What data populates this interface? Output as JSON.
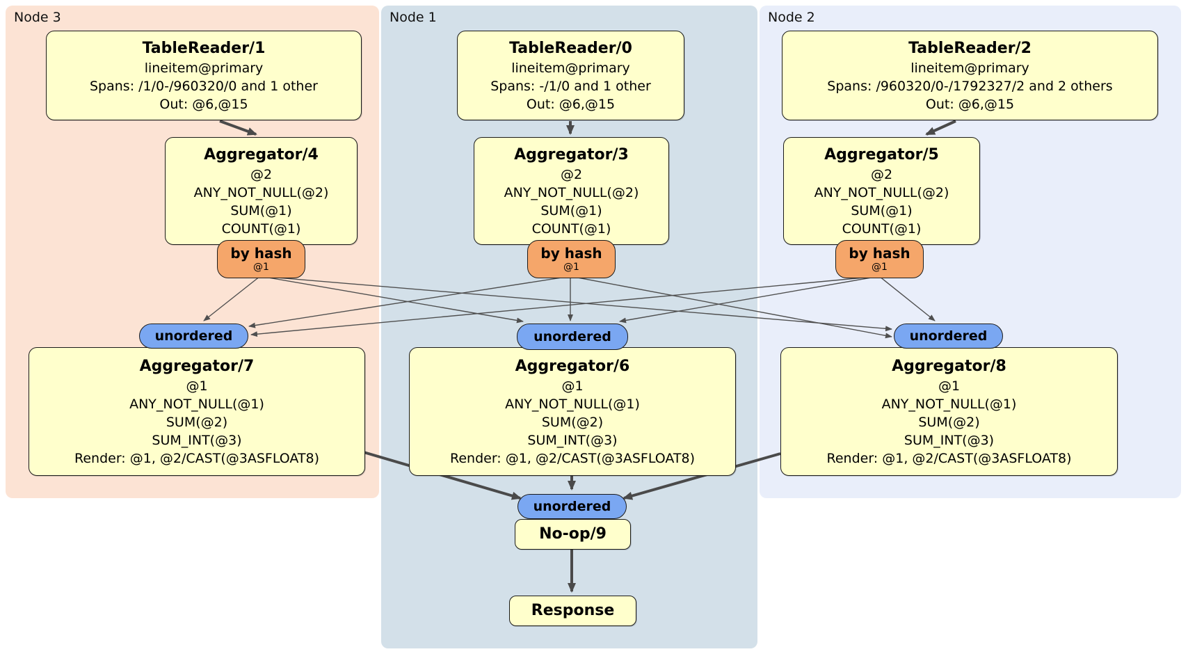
{
  "regions": [
    {
      "label": "Node 3"
    },
    {
      "label": "Node 1"
    },
    {
      "label": "Node 2"
    }
  ],
  "boxes": {
    "tr1": {
      "title": "TableReader/1",
      "lines": [
        "lineitem@primary",
        "Spans: /1/0-/960320/0 and 1 other",
        "Out: @6,@15"
      ]
    },
    "tr0": {
      "title": "TableReader/0",
      "lines": [
        "lineitem@primary",
        "Spans: -/1/0 and 1 other",
        "Out: @6,@15"
      ]
    },
    "tr2": {
      "title": "TableReader/2",
      "lines": [
        "lineitem@primary",
        "Spans: /960320/0-/1792327/2 and 2 others",
        "Out: @6,@15"
      ]
    },
    "agg4": {
      "title": "Aggregator/4",
      "lines": [
        "@2",
        "ANY_NOT_NULL(@2)",
        "SUM(@1)",
        "COUNT(@1)"
      ]
    },
    "agg3": {
      "title": "Aggregator/3",
      "lines": [
        "@2",
        "ANY_NOT_NULL(@2)",
        "SUM(@1)",
        "COUNT(@1)"
      ]
    },
    "agg5": {
      "title": "Aggregator/5",
      "lines": [
        "@2",
        "ANY_NOT_NULL(@2)",
        "SUM(@1)",
        "COUNT(@1)"
      ]
    },
    "agg7": {
      "title": "Aggregator/7",
      "lines": [
        "@1",
        "ANY_NOT_NULL(@1)",
        "SUM(@2)",
        "SUM_INT(@3)",
        "Render: @1, @2/CAST(@3ASFLOAT8)"
      ]
    },
    "agg6": {
      "title": "Aggregator/6",
      "lines": [
        "@1",
        "ANY_NOT_NULL(@1)",
        "SUM(@2)",
        "SUM_INT(@3)",
        "Render: @1, @2/CAST(@3ASFLOAT8)"
      ]
    },
    "agg8": {
      "title": "Aggregator/8",
      "lines": [
        "@1",
        "ANY_NOT_NULL(@1)",
        "SUM(@2)",
        "SUM_INT(@3)",
        "Render: @1, @2/CAST(@3ASFLOAT8)"
      ]
    },
    "noop": {
      "title": "No-op/9"
    },
    "response": {
      "title": "Response"
    }
  },
  "routers": [
    {
      "label": "by hash",
      "sub": "@1"
    },
    {
      "label": "by hash",
      "sub": "@1"
    },
    {
      "label": "by hash",
      "sub": "@1"
    }
  ],
  "syncs": [
    {
      "label": "unordered"
    },
    {
      "label": "unordered"
    },
    {
      "label": "unordered"
    },
    {
      "label": "unordered"
    }
  ],
  "colors": {
    "node3-bg": "#fce3d4",
    "node1-bg": "#d3e0e9",
    "node2-bg": "#e9eefa",
    "box-bg": "#ffffcc",
    "box-border": "#1a1a1a",
    "router-bg": "#f5a66a",
    "sync-bg": "#7aa7f2",
    "edge": "#4f4f4f",
    "text": "#000000"
  }
}
